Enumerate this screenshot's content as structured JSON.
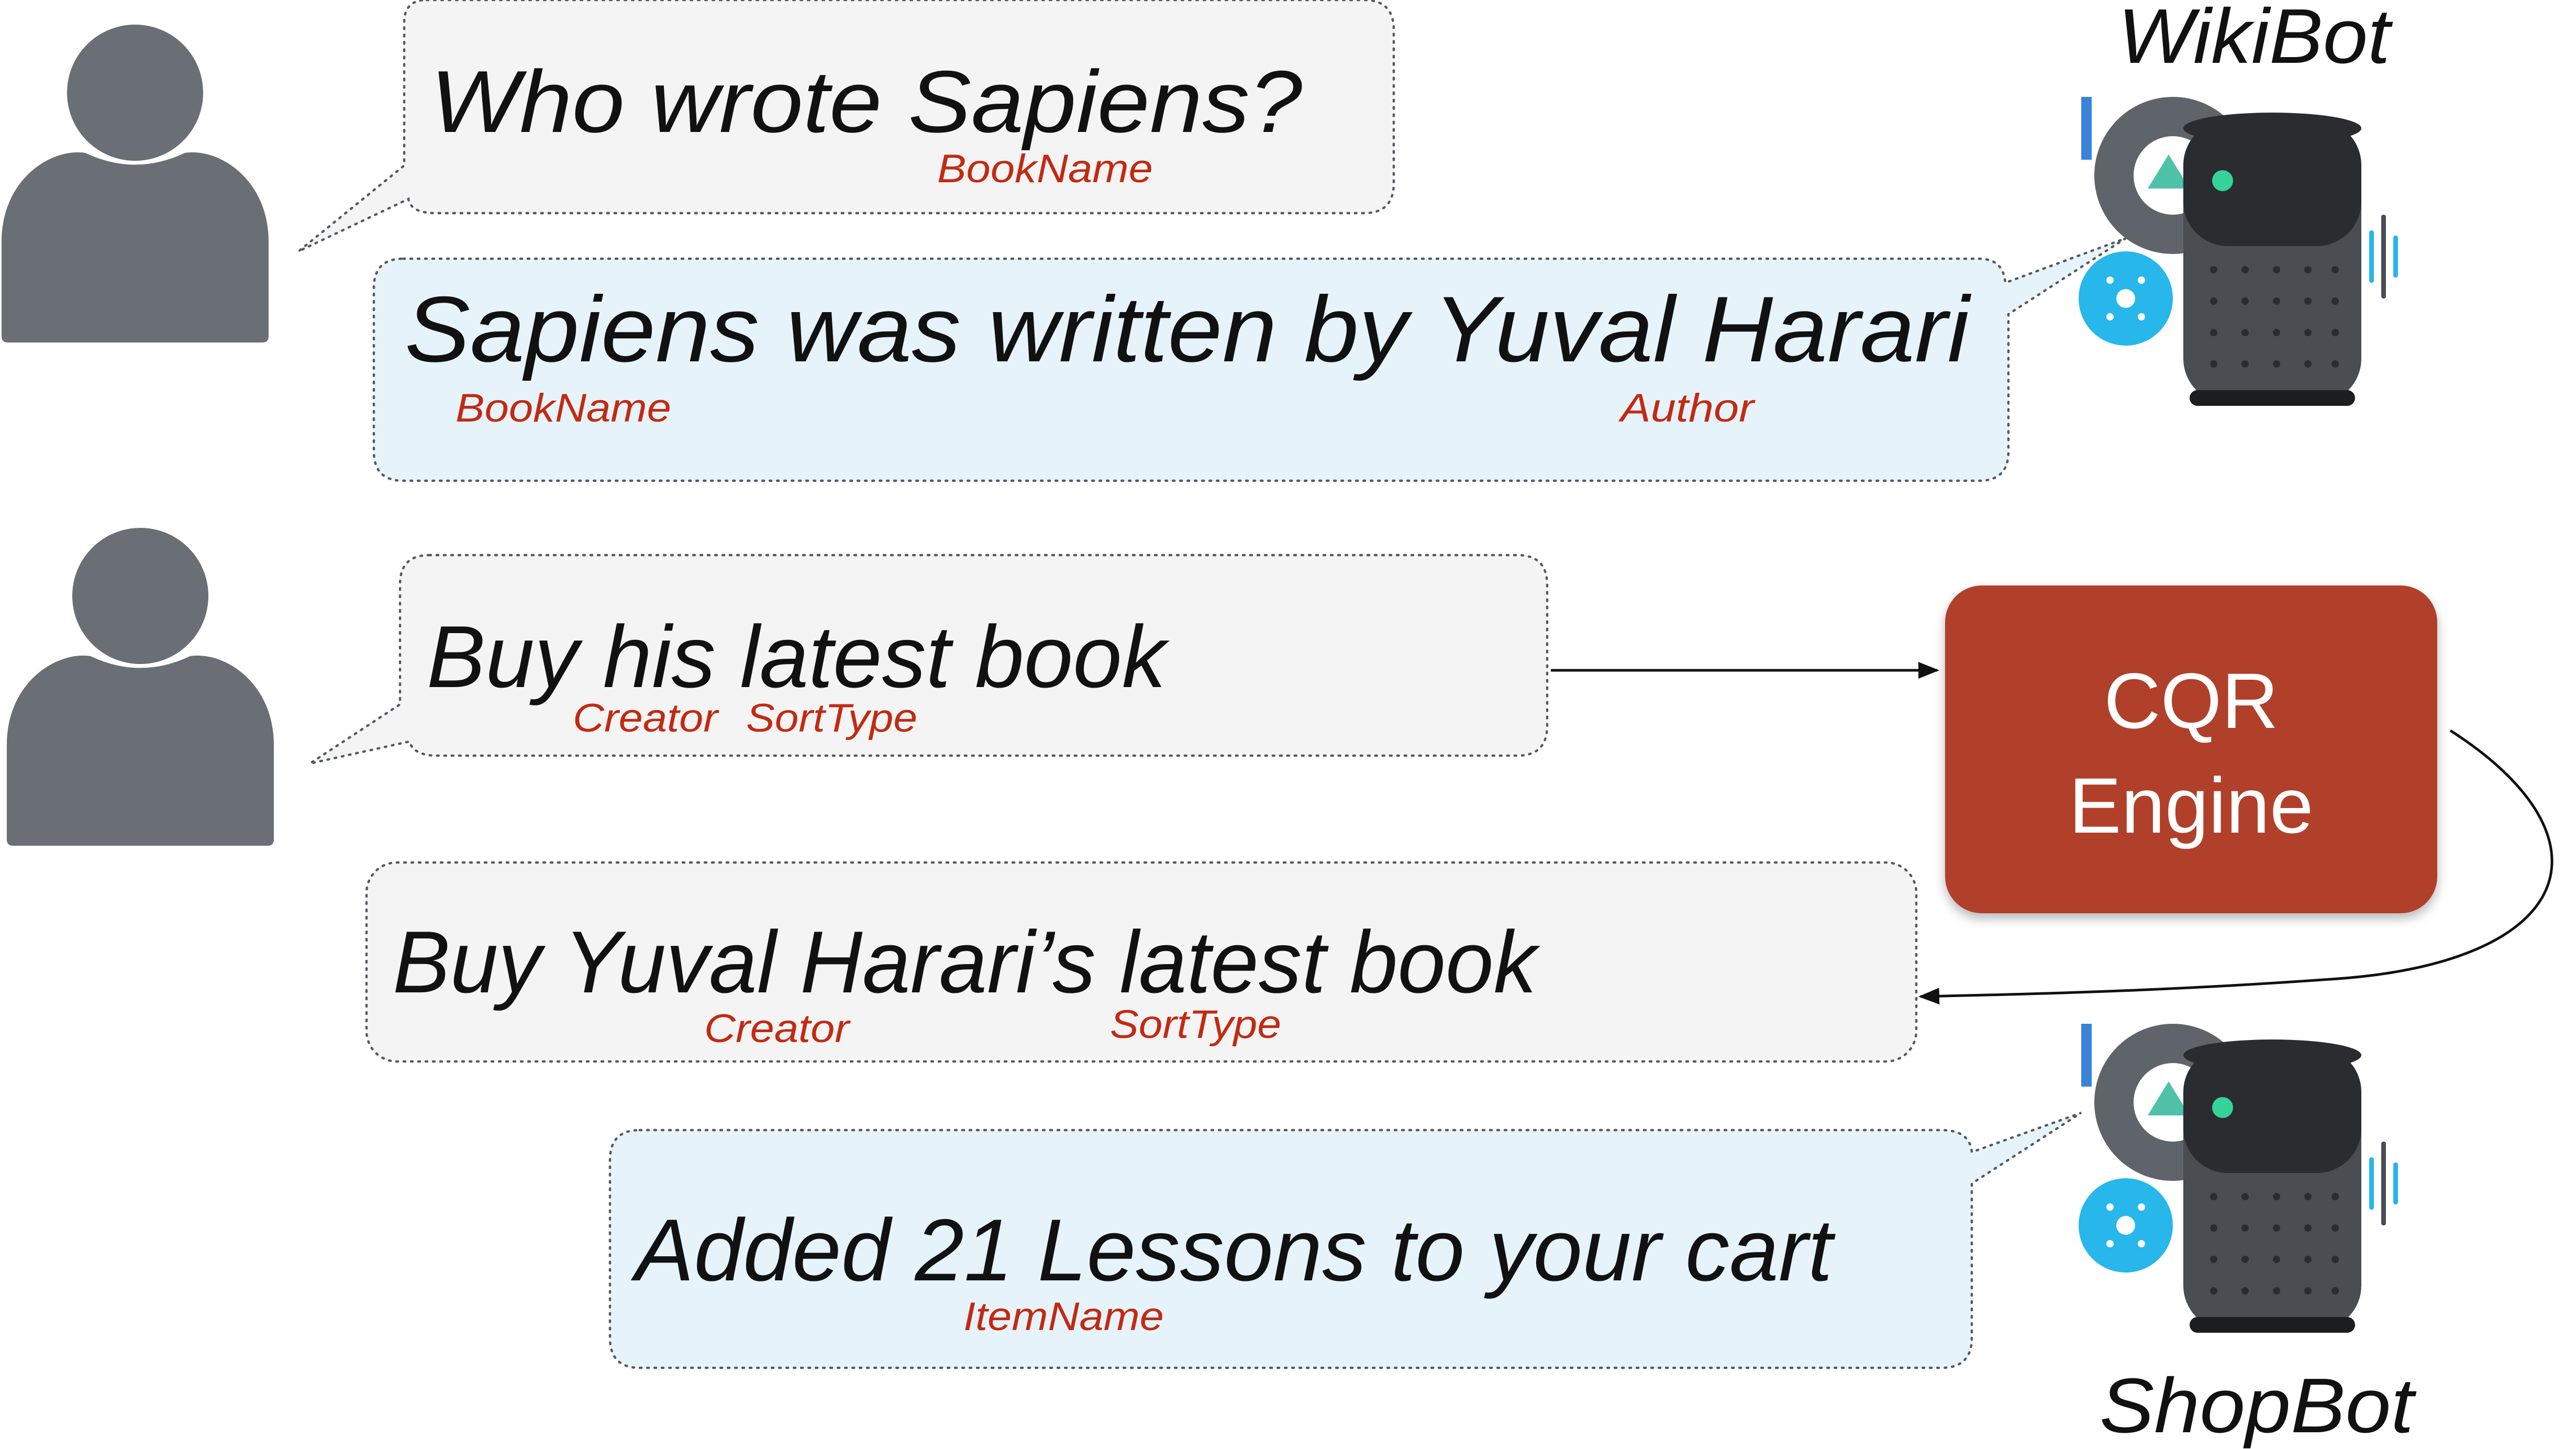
{
  "colors": {
    "person": "#6a6e75",
    "slot_label": "#c22a12",
    "engine_fill": "#b1402c",
    "bubble_user": "#f4f4f4",
    "bubble_bot": "#e6f3fb",
    "bot_body": "#4a4d52",
    "bot_top": "#2a2c30",
    "bot_led": "#36d399",
    "gear": "#5f646b",
    "gear_accent": "#4fc1a9",
    "disc": "#27b7ea",
    "flag": "#3a83d8"
  },
  "conversation": {
    "q1": {
      "text": "Who wrote Sapiens?",
      "slots": [
        "BookName"
      ]
    },
    "a1": {
      "text": "Sapiens was written by Yuval Harari",
      "slots": [
        "BookName",
        "Author"
      ]
    },
    "q2": {
      "text": "Buy his latest book",
      "slots": [
        "Creator",
        "SortType"
      ]
    },
    "rewrite": {
      "text": "Buy Yuval Harari’s latest book",
      "slots": [
        "Creator",
        "SortType"
      ]
    },
    "a2": {
      "text": "Added 21 Lessons to your cart",
      "slots": [
        "ItemName"
      ]
    }
  },
  "bots": {
    "wikibot": {
      "label": "WikiBot",
      "icon": "smart-speaker-icon"
    },
    "shopbot": {
      "label": "ShopBot",
      "icon": "smart-speaker-icon"
    }
  },
  "engine": {
    "line1": "CQR",
    "line2": "Engine"
  },
  "icons": {
    "user": "person-icon",
    "bot": "smart-speaker-icon"
  }
}
